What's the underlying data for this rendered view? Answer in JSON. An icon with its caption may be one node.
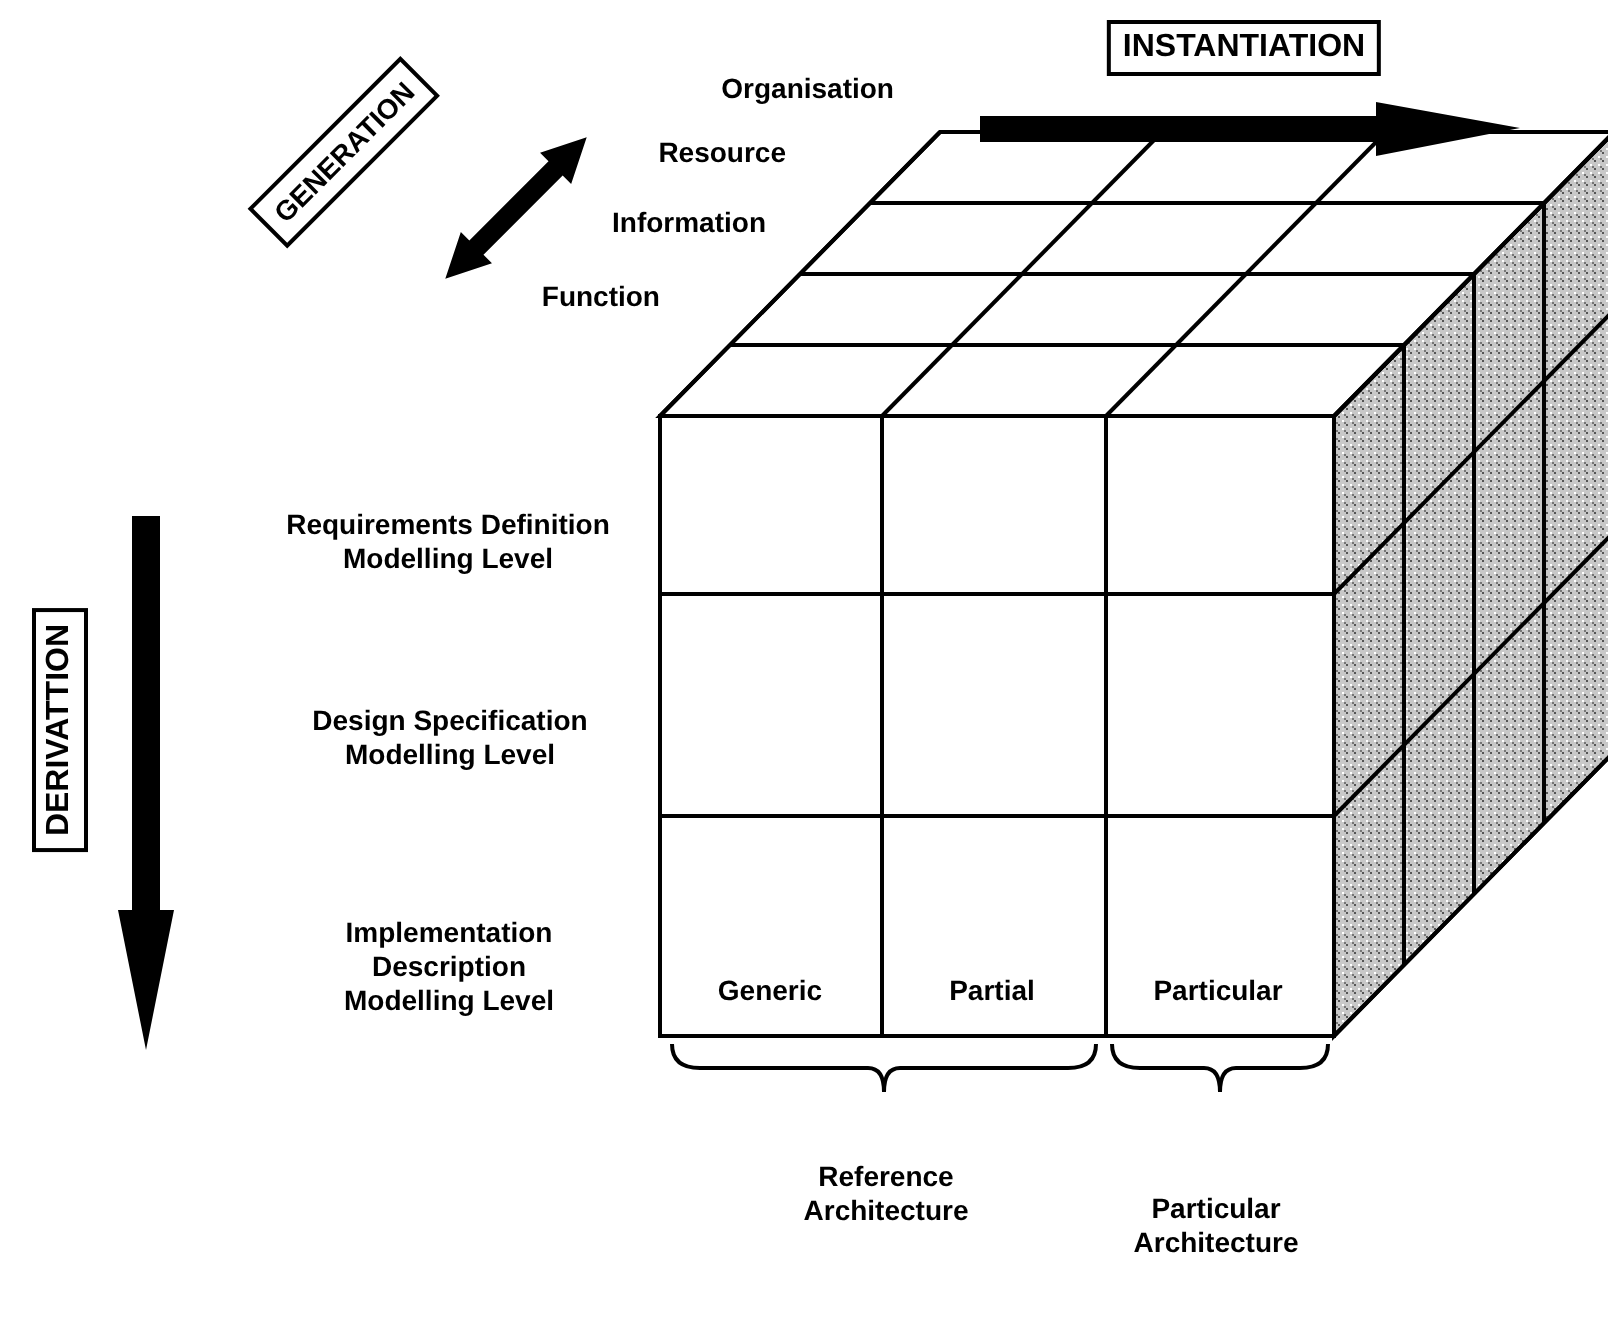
{
  "diagram": {
    "nodes": [
      {
        "text": [
          "INSTANTIATION"
        ]
      },
      {
        "text": [
          "GENERATION"
        ]
      },
      {
        "text": [
          "DERIVATTION"
        ]
      }
    ],
    "labels": [
      "Organisation",
      "Resource",
      "Information",
      "Function",
      "Requirements Definition Modelling Level",
      "Design Specification Modelling Level",
      "Implementation Description Modelling Level",
      "Generic",
      "Partial",
      "Particular",
      "Reference Architecture",
      "Particular Architecture"
    ]
  }
}
